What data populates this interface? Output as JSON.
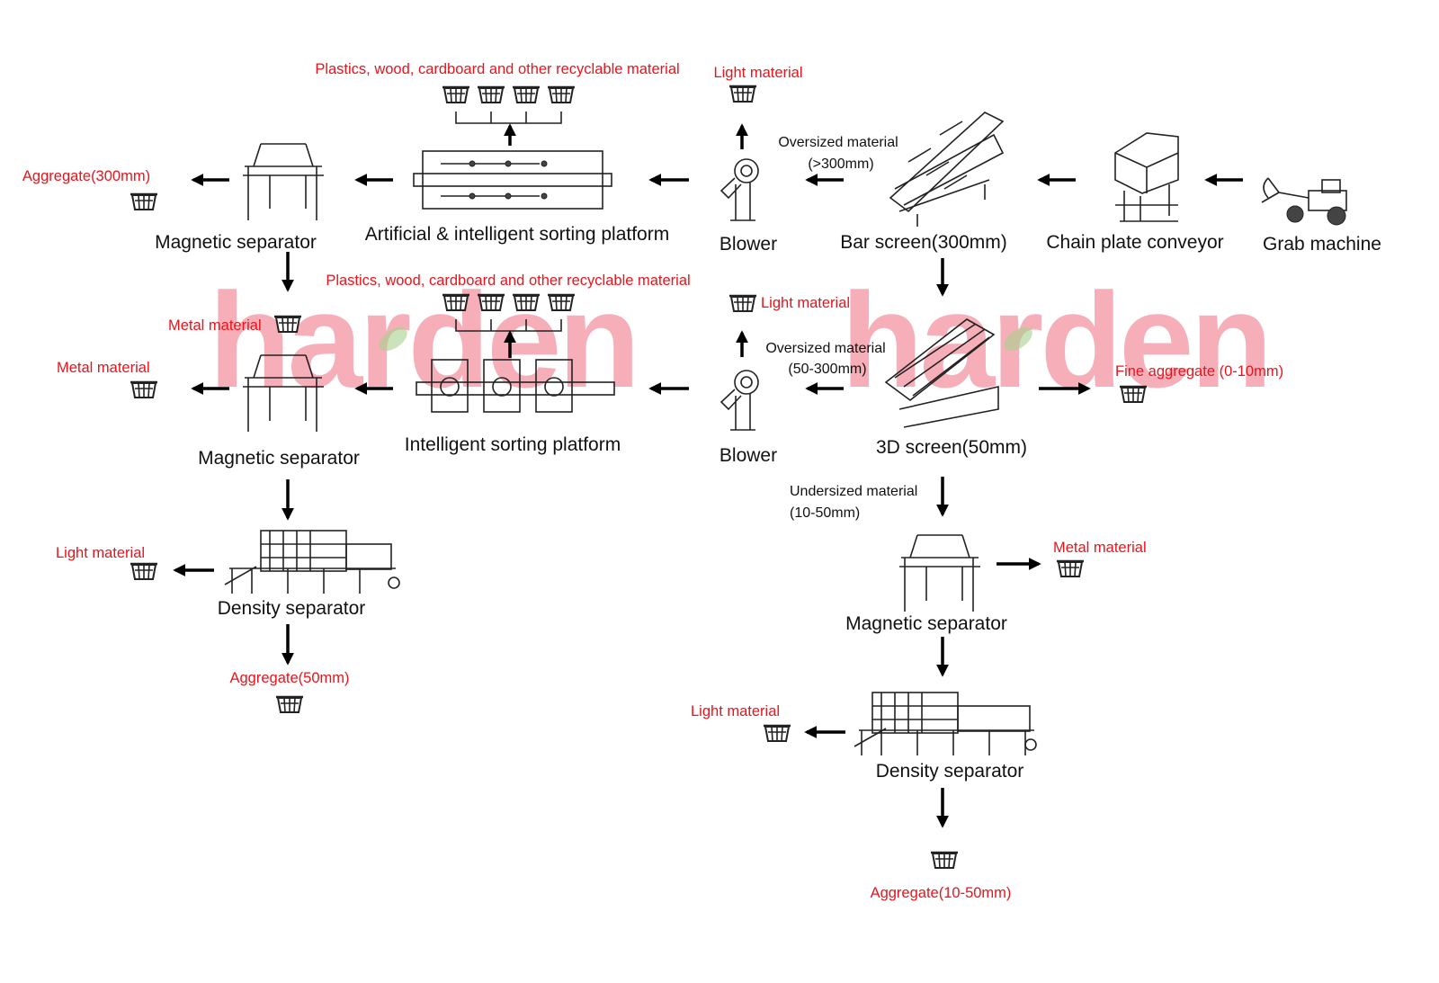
{
  "colors": {
    "equipment_label": "#111111",
    "output_label": "#e8141c",
    "arrow": "#000000",
    "watermark": "#ef6f7f",
    "watermark_leaf": "#a8d08d"
  },
  "watermark": {
    "text": "harden"
  },
  "equipment": {
    "grab_machine": "Grab machine",
    "chain_plate_conveyor": "Chain plate conveyor",
    "bar_screen": "Bar screen(300mm)",
    "blower_1": "Blower",
    "sorting_platform_1": "Artificial & intelligent sorting platform",
    "magnetic_separator_1": "Magnetic separator",
    "screen_3d": "3D screen(50mm)",
    "blower_2": "Blower",
    "sorting_platform_2": "Intelligent sorting platform",
    "magnetic_separator_2": "Magnetic separator",
    "density_separator_1": "Density separator",
    "magnetic_separator_3": "Magnetic separator",
    "density_separator_2": "Density separator"
  },
  "flows": {
    "oversized_1_line1": "Oversized material",
    "oversized_1_line2": "(>300mm)",
    "oversized_2_line1": "Oversized material",
    "oversized_2_line2": "(50-300mm)",
    "undersized_line1": "Undersized material",
    "undersized_line2": "(10-50mm)"
  },
  "outputs": {
    "recyclable_1": "Plastics, wood, cardboard and other recyclable material",
    "light_1": "Light material",
    "aggregate_300": "Aggregate(300mm)",
    "recyclable_2": "Plastics, wood, cardboard and other recyclable material",
    "light_2": "Light material",
    "metal_1": "Metal material",
    "metal_2": "Metal material",
    "fine_aggregate": "Fine aggregate (0-10mm)",
    "light_3": "Light material",
    "aggregate_50": "Aggregate(50mm)",
    "metal_3": "Metal material",
    "light_4": "Light material",
    "aggregate_10_50": "Aggregate(10-50mm)"
  }
}
